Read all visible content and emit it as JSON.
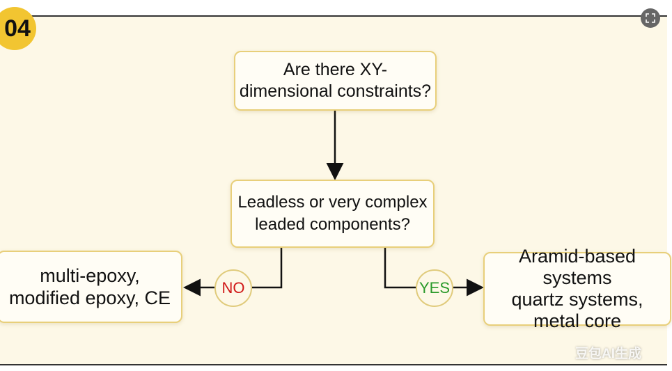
{
  "badge": {
    "number": "04"
  },
  "nodes": {
    "question1": "Are there XY-\ndimensional constraints?",
    "question2": "Leadless or very complex\nleaded components?",
    "no_result": "multi-epoxy,\nmodified epoxy, CE",
    "yes_result": "Aramid-based systems\nquartz systems,\nmetal core"
  },
  "edge_labels": {
    "no": "NO",
    "yes": "YES"
  },
  "watermark": "豆包AI生成",
  "icons": {
    "expand": "expand-icon"
  },
  "colors": {
    "background": "#fdf8e7",
    "badge": "#f2c531",
    "node_border": "#e8cf7a",
    "no": "#d01818",
    "yes": "#2a9a2a"
  }
}
